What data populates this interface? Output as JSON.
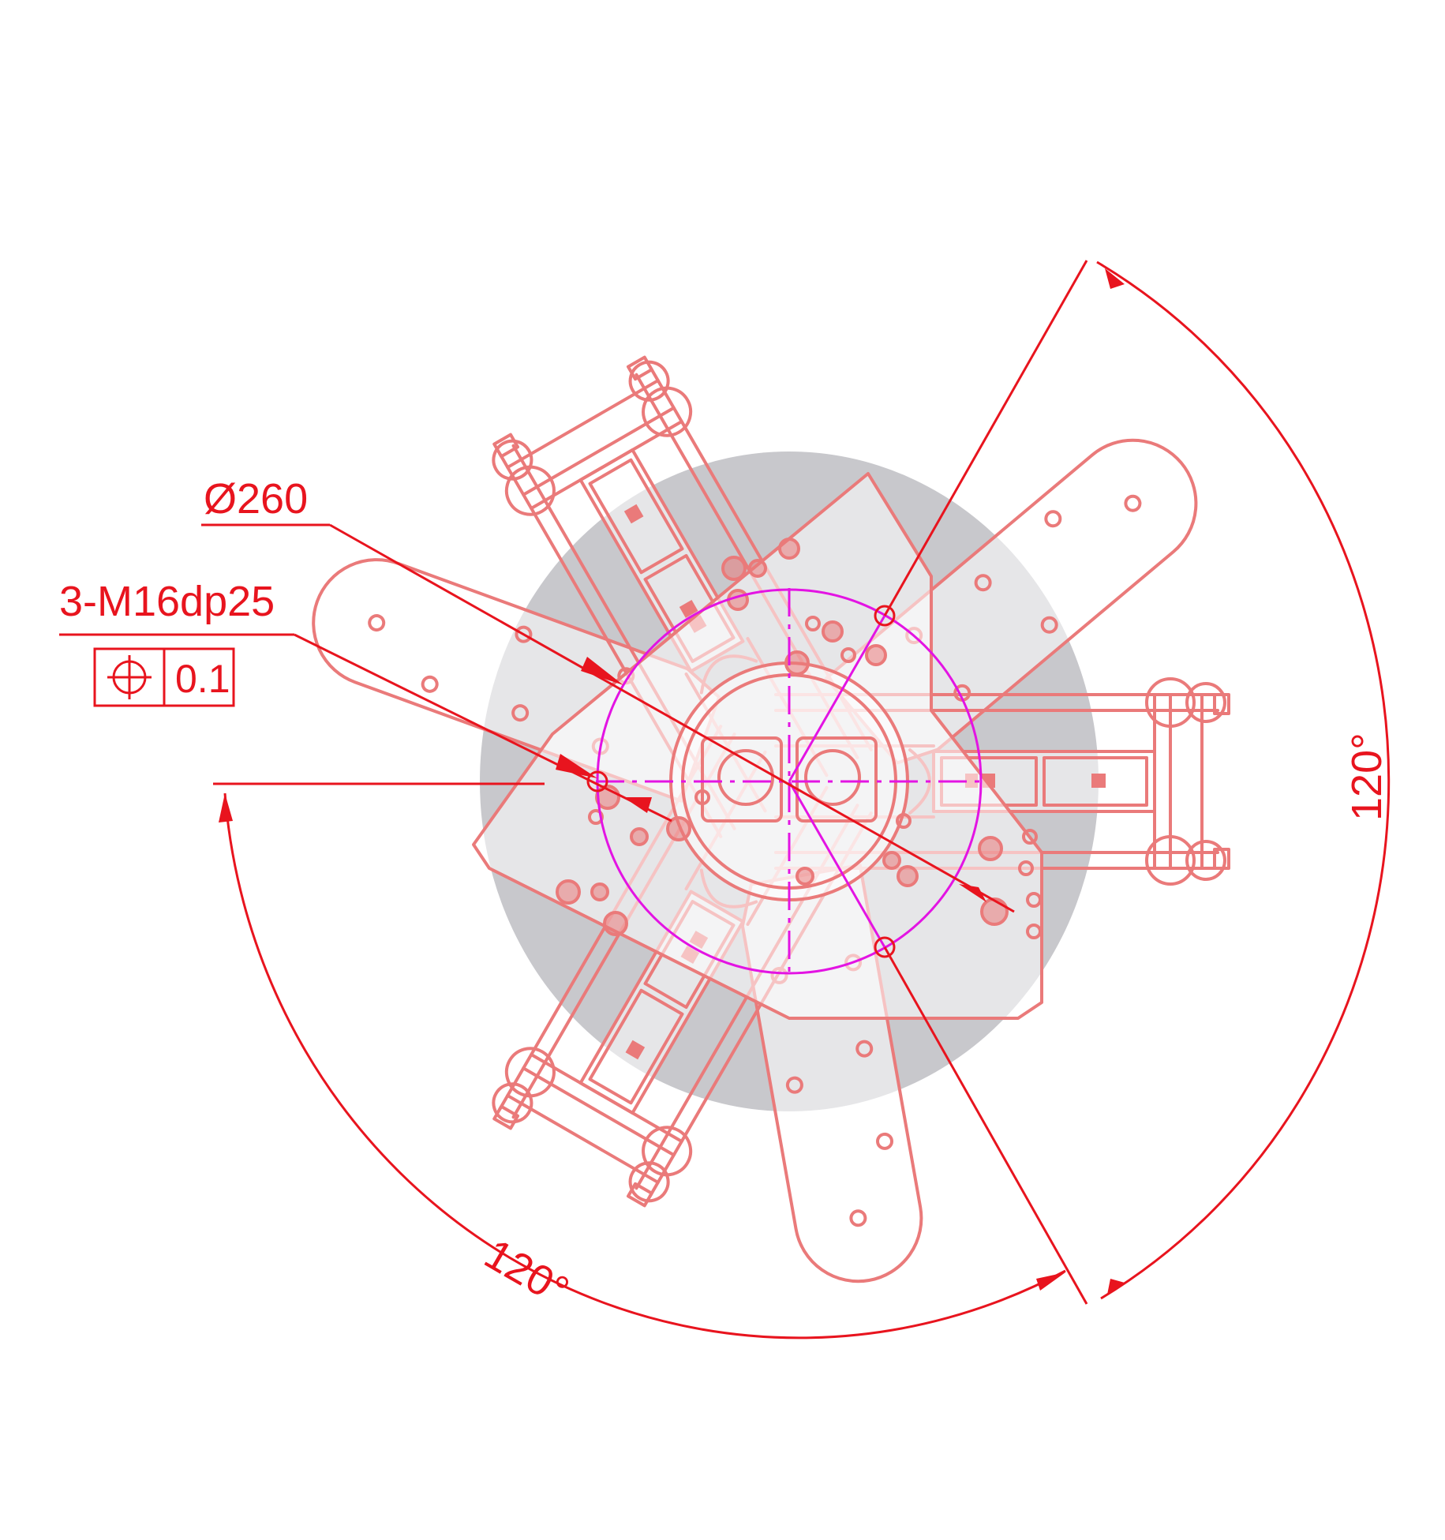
{
  "annotations": {
    "diameter_label": "Ø260",
    "thread_label": "3-M16dp25",
    "tolerance_value": "0.1",
    "angle_label_right": "120°",
    "angle_label_bottom": "120°"
  },
  "colors": {
    "dimension": "#e8141e",
    "part_outline": "#ea7a7a",
    "pitch_circle": "#e314e3",
    "base_disc": "#c8c8cc"
  },
  "icons": {
    "position_tolerance": "position-symbol-icon"
  }
}
